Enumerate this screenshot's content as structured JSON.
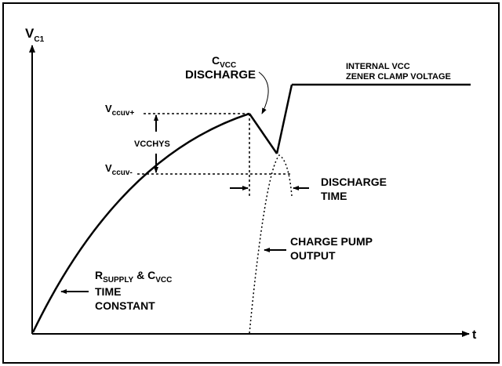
{
  "axes": {
    "y_label_main": "V",
    "y_label_sub": "C1",
    "x_label": "t"
  },
  "labels": {
    "cvcc_main": "C",
    "cvcc_sub": "VCC",
    "discharge": "DISCHARGE",
    "internal_vcc": "INTERNAL VCC",
    "zener_clamp": "ZENER CLAMP VOLTAGE",
    "vccuv_plus_main": "V",
    "vccuv_plus_sub": "ccuv+",
    "vccuv_minus_main": "V",
    "vccuv_minus_sub": "ccuv-",
    "vcchys": "VCCHYS",
    "discharge_time_1": "DISCHARGE",
    "discharge_time_2": "TIME",
    "charge_pump_1": "CHARGE PUMP",
    "charge_pump_2": "OUTPUT",
    "rsupply_r": "R",
    "rsupply_sub": "SUPPLY",
    "rsupply_amp": " & C",
    "rsupply_c_sub": "VCC",
    "time_word": "TIME",
    "constant_word": "CONSTANT"
  }
}
